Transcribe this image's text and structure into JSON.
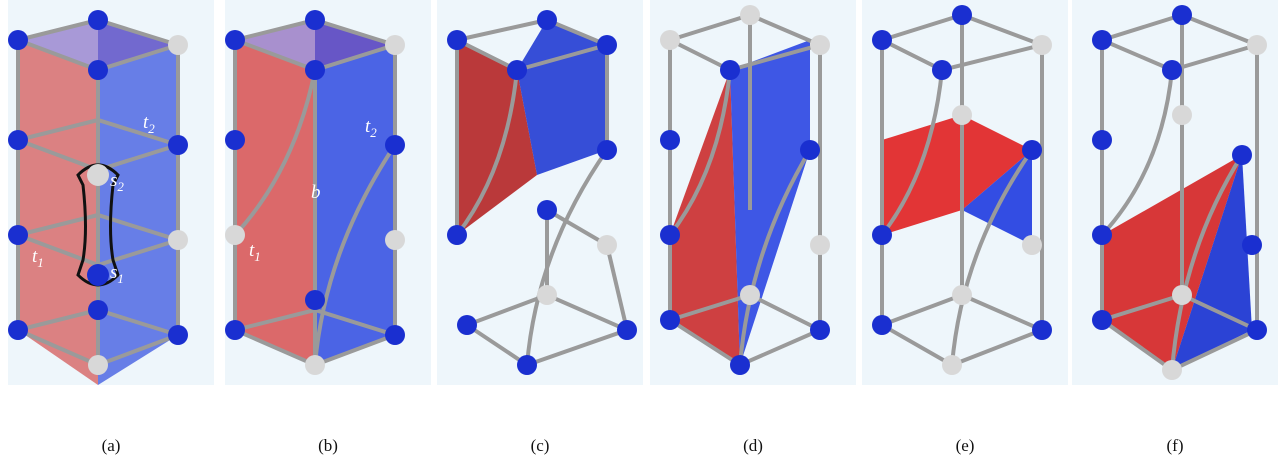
{
  "figure": {
    "panels": [
      {
        "id": "a",
        "caption": "(a)",
        "labels": {
          "t1": "t",
          "t1_sub": "1",
          "t2": "t",
          "t2_sub": "2",
          "s1": "s",
          "s1_sub": "1",
          "s2": "s",
          "s2_sub": "2"
        }
      },
      {
        "id": "b",
        "caption": "(b)",
        "labels": {
          "t1": "t",
          "t1_sub": "1",
          "t2": "t",
          "t2_sub": "2",
          "b": "b"
        }
      },
      {
        "id": "c",
        "caption": "(c)"
      },
      {
        "id": "d",
        "caption": "(d)"
      },
      {
        "id": "e",
        "caption": "(e)"
      },
      {
        "id": "f",
        "caption": "(f)"
      }
    ]
  },
  "colors": {
    "red_face": "#d42a2a",
    "blue_face": "#1f3fd8",
    "edge": "#9a9a9a",
    "node_blue": "#1a2fd0",
    "node_white": "#d8d8d8",
    "panel_bg": "#eef6fb"
  }
}
